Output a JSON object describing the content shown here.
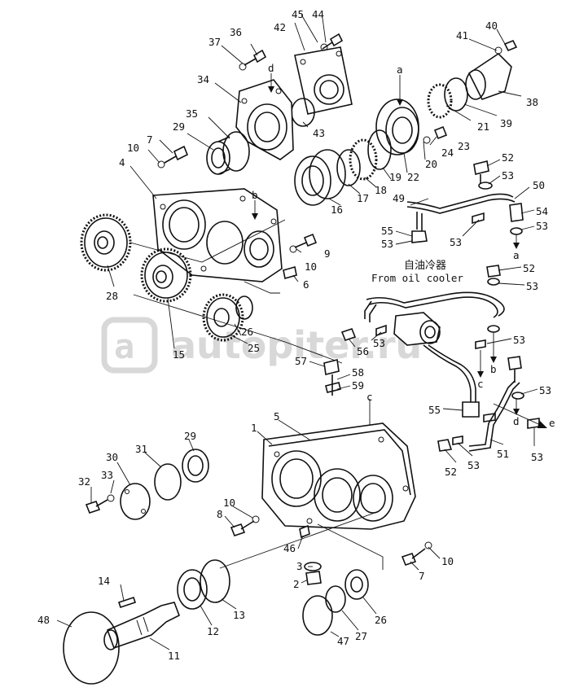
{
  "watermark": "autopiter.ru",
  "annotation_cn": "自油冷器",
  "annotation_en": "From oil cooler",
  "callouts": [
    {
      "id": "n45",
      "text": "45"
    },
    {
      "id": "n44",
      "text": "44"
    },
    {
      "id": "n42",
      "text": "42"
    },
    {
      "id": "n40",
      "text": "40"
    },
    {
      "id": "n41",
      "text": "41"
    },
    {
      "id": "n37",
      "text": "37"
    },
    {
      "id": "n36",
      "text": "36"
    },
    {
      "id": "n34",
      "text": "34"
    },
    {
      "id": "n38",
      "text": "38"
    },
    {
      "id": "n35",
      "text": "35"
    },
    {
      "id": "n43",
      "text": "43"
    },
    {
      "id": "n21",
      "text": "21"
    },
    {
      "id": "n39",
      "text": "39"
    },
    {
      "id": "n29a",
      "text": "29"
    },
    {
      "id": "n7a",
      "text": "7"
    },
    {
      "id": "n23",
      "text": "23"
    },
    {
      "id": "n24",
      "text": "24"
    },
    {
      "id": "n20",
      "text": "20"
    },
    {
      "id": "n10a",
      "text": "10"
    },
    {
      "id": "n22",
      "text": "22"
    },
    {
      "id": "n4",
      "text": "4"
    },
    {
      "id": "n19",
      "text": "19"
    },
    {
      "id": "n52a",
      "text": "52"
    },
    {
      "id": "n18",
      "text": "18"
    },
    {
      "id": "n53a",
      "text": "53"
    },
    {
      "id": "n17",
      "text": "17"
    },
    {
      "id": "n50",
      "text": "50"
    },
    {
      "id": "n49",
      "text": "49"
    },
    {
      "id": "n16",
      "text": "16"
    },
    {
      "id": "n54",
      "text": "54"
    },
    {
      "id": "n53b",
      "text": "53"
    },
    {
      "id": "n55a",
      "text": "55"
    },
    {
      "id": "n53c",
      "text": "53"
    },
    {
      "id": "n53d",
      "text": "53"
    },
    {
      "id": "n9",
      "text": "9"
    },
    {
      "id": "n10b",
      "text": "10"
    },
    {
      "id": "n52b",
      "text": "52"
    },
    {
      "id": "n6",
      "text": "6"
    },
    {
      "id": "n53e",
      "text": "53"
    },
    {
      "id": "n28",
      "text": "28"
    },
    {
      "id": "n26a",
      "text": "26"
    },
    {
      "id": "n53f",
      "text": "53"
    },
    {
      "id": "n53g",
      "text": "53"
    },
    {
      "id": "n56",
      "text": "56"
    },
    {
      "id": "n25",
      "text": "25"
    },
    {
      "id": "n15",
      "text": "15"
    },
    {
      "id": "n57",
      "text": "57"
    },
    {
      "id": "n58",
      "text": "58"
    },
    {
      "id": "n59",
      "text": "59"
    },
    {
      "id": "n53h",
      "text": "53"
    },
    {
      "id": "n55b",
      "text": "55"
    },
    {
      "id": "n5",
      "text": "5"
    },
    {
      "id": "n1",
      "text": "1"
    },
    {
      "id": "n29b",
      "text": "29"
    },
    {
      "id": "n31",
      "text": "31"
    },
    {
      "id": "n30",
      "text": "30"
    },
    {
      "id": "n51",
      "text": "51"
    },
    {
      "id": "n52c",
      "text": "52"
    },
    {
      "id": "n53i",
      "text": "53"
    },
    {
      "id": "n53j",
      "text": "53"
    },
    {
      "id": "n33",
      "text": "33"
    },
    {
      "id": "n32",
      "text": "32"
    },
    {
      "id": "n10c",
      "text": "10"
    },
    {
      "id": "n8",
      "text": "8"
    },
    {
      "id": "n46",
      "text": "46"
    },
    {
      "id": "n10d",
      "text": "10"
    },
    {
      "id": "n3",
      "text": "3"
    },
    {
      "id": "n7b",
      "text": "7"
    },
    {
      "id": "n14",
      "text": "14"
    },
    {
      "id": "n2",
      "text": "2"
    },
    {
      "id": "n13",
      "text": "13"
    },
    {
      "id": "n26b",
      "text": "26"
    },
    {
      "id": "n48",
      "text": "48"
    },
    {
      "id": "n12",
      "text": "12"
    },
    {
      "id": "n47",
      "text": "47"
    },
    {
      "id": "n27",
      "text": "27"
    },
    {
      "id": "n11",
      "text": "11"
    }
  ],
  "refs": [
    {
      "id": "ra1",
      "text": "a"
    },
    {
      "id": "rd1",
      "text": "d"
    },
    {
      "id": "rb1",
      "text": "b"
    },
    {
      "id": "ra2",
      "text": "a"
    },
    {
      "id": "rb2",
      "text": "b"
    },
    {
      "id": "rc1",
      "text": "c"
    },
    {
      "id": "rd2",
      "text": "d"
    },
    {
      "id": "re1",
      "text": "e"
    },
    {
      "id": "rc2",
      "text": "c"
    }
  ]
}
